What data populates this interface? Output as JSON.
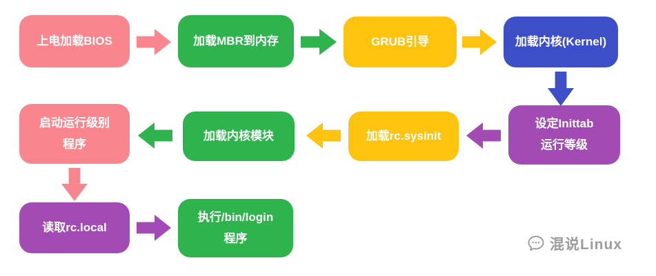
{
  "diagram": {
    "title": "Linux boot process flowchart",
    "nodes": [
      {
        "id": "power-on-bios",
        "label": "上电加载BIOS",
        "color": "#F9868E"
      },
      {
        "id": "load-mbr",
        "label": "加载MBR到内存",
        "color": "#2EB34D"
      },
      {
        "id": "grub-boot",
        "label": "GRUB引导",
        "color": "#FDC30F"
      },
      {
        "id": "load-kernel",
        "label": "加载内核(Kernel)",
        "color": "#3C4EC8"
      },
      {
        "id": "set-inittab",
        "label": "设定Inittab\n运行等级",
        "color": "#A34BB4"
      },
      {
        "id": "rc-sysinit",
        "label": "加载rc.sysinit",
        "color": "#FDC30F"
      },
      {
        "id": "kernel-modules",
        "label": "加载内核模块",
        "color": "#2EB34D"
      },
      {
        "id": "runlevel-programs",
        "label": "启动运行级别\n程序",
        "color": "#F9868E"
      },
      {
        "id": "rc-local",
        "label": "读取rc.local",
        "color": "#A34BB4"
      },
      {
        "id": "bin-login",
        "label": "执行/bin/login\n程序",
        "color": "#2EB34D"
      }
    ],
    "arrows": [
      {
        "id": "bios-to-mbr",
        "direction": "right",
        "color": "#F9868E"
      },
      {
        "id": "mbr-to-grub",
        "direction": "right",
        "color": "#2EB34D"
      },
      {
        "id": "grub-to-kernel",
        "direction": "right",
        "color": "#FDC30F"
      },
      {
        "id": "kernel-to-inittab",
        "direction": "down",
        "color": "#3C4EC8"
      },
      {
        "id": "inittab-to-rcsysinit",
        "direction": "left",
        "color": "#A34BB4"
      },
      {
        "id": "rcsysinit-to-modules",
        "direction": "left",
        "color": "#FDC30F"
      },
      {
        "id": "modules-to-runlevel",
        "direction": "left",
        "color": "#2EB34D"
      },
      {
        "id": "runlevel-to-rclocal",
        "direction": "down",
        "color": "#F9868E"
      },
      {
        "id": "rclocal-to-login",
        "direction": "right",
        "color": "#A34BB4"
      }
    ]
  },
  "watermark": {
    "text": "混说Linux",
    "color": "#9C9C9C"
  }
}
